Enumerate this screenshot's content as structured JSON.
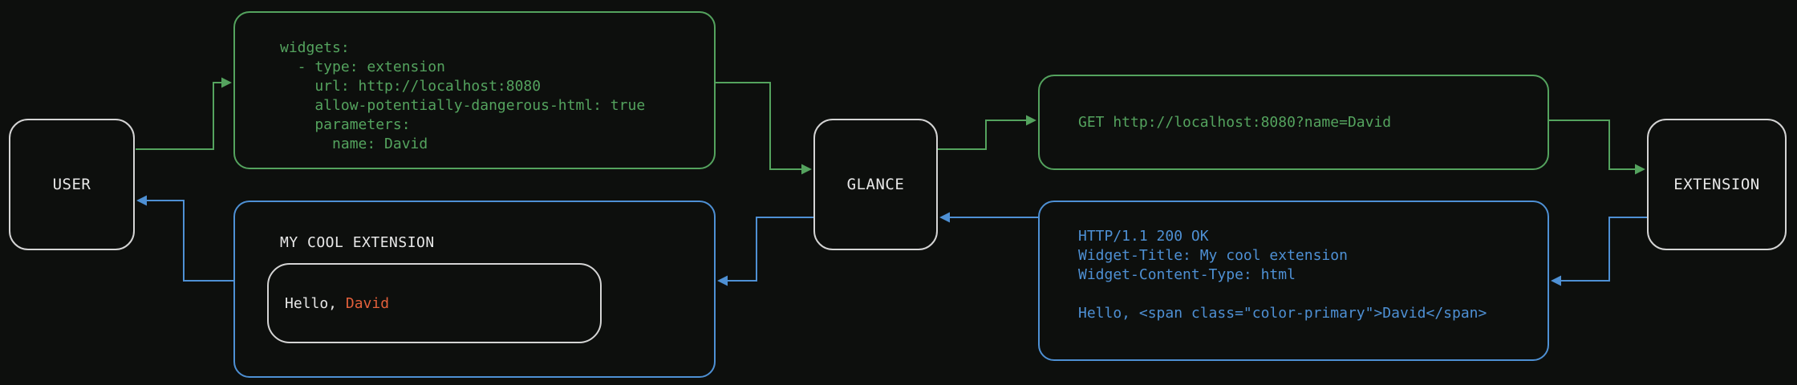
{
  "colors": {
    "background": "#0d0f0d",
    "green": "#54a35e",
    "blue": "#4e90d4",
    "orange": "#e2603b",
    "node_border": "#d4d4d4",
    "white_text": "#e8e8e8"
  },
  "nodes": {
    "user": {
      "label": "USER"
    },
    "glance": {
      "label": "GLANCE"
    },
    "extension": {
      "label": "EXTENSION"
    }
  },
  "config_box": {
    "lines": [
      "widgets:",
      "  - type: extension",
      "    url: http://localhost:8080",
      "    allow-potentially-dangerous-html: true",
      "    parameters:",
      "      name: David"
    ]
  },
  "request_box": {
    "text": "GET http://localhost:8080?name=David"
  },
  "response_box": {
    "lines": [
      "HTTP/1.1 200 OK",
      "Widget-Title: My cool extension",
      "Widget-Content-Type: html",
      "",
      "Hello, <span class=\"color-primary\">David</span>"
    ]
  },
  "widget_box": {
    "title": "MY COOL EXTENSION",
    "greeting_prefix": "Hello, ",
    "greeting_name": "David"
  }
}
